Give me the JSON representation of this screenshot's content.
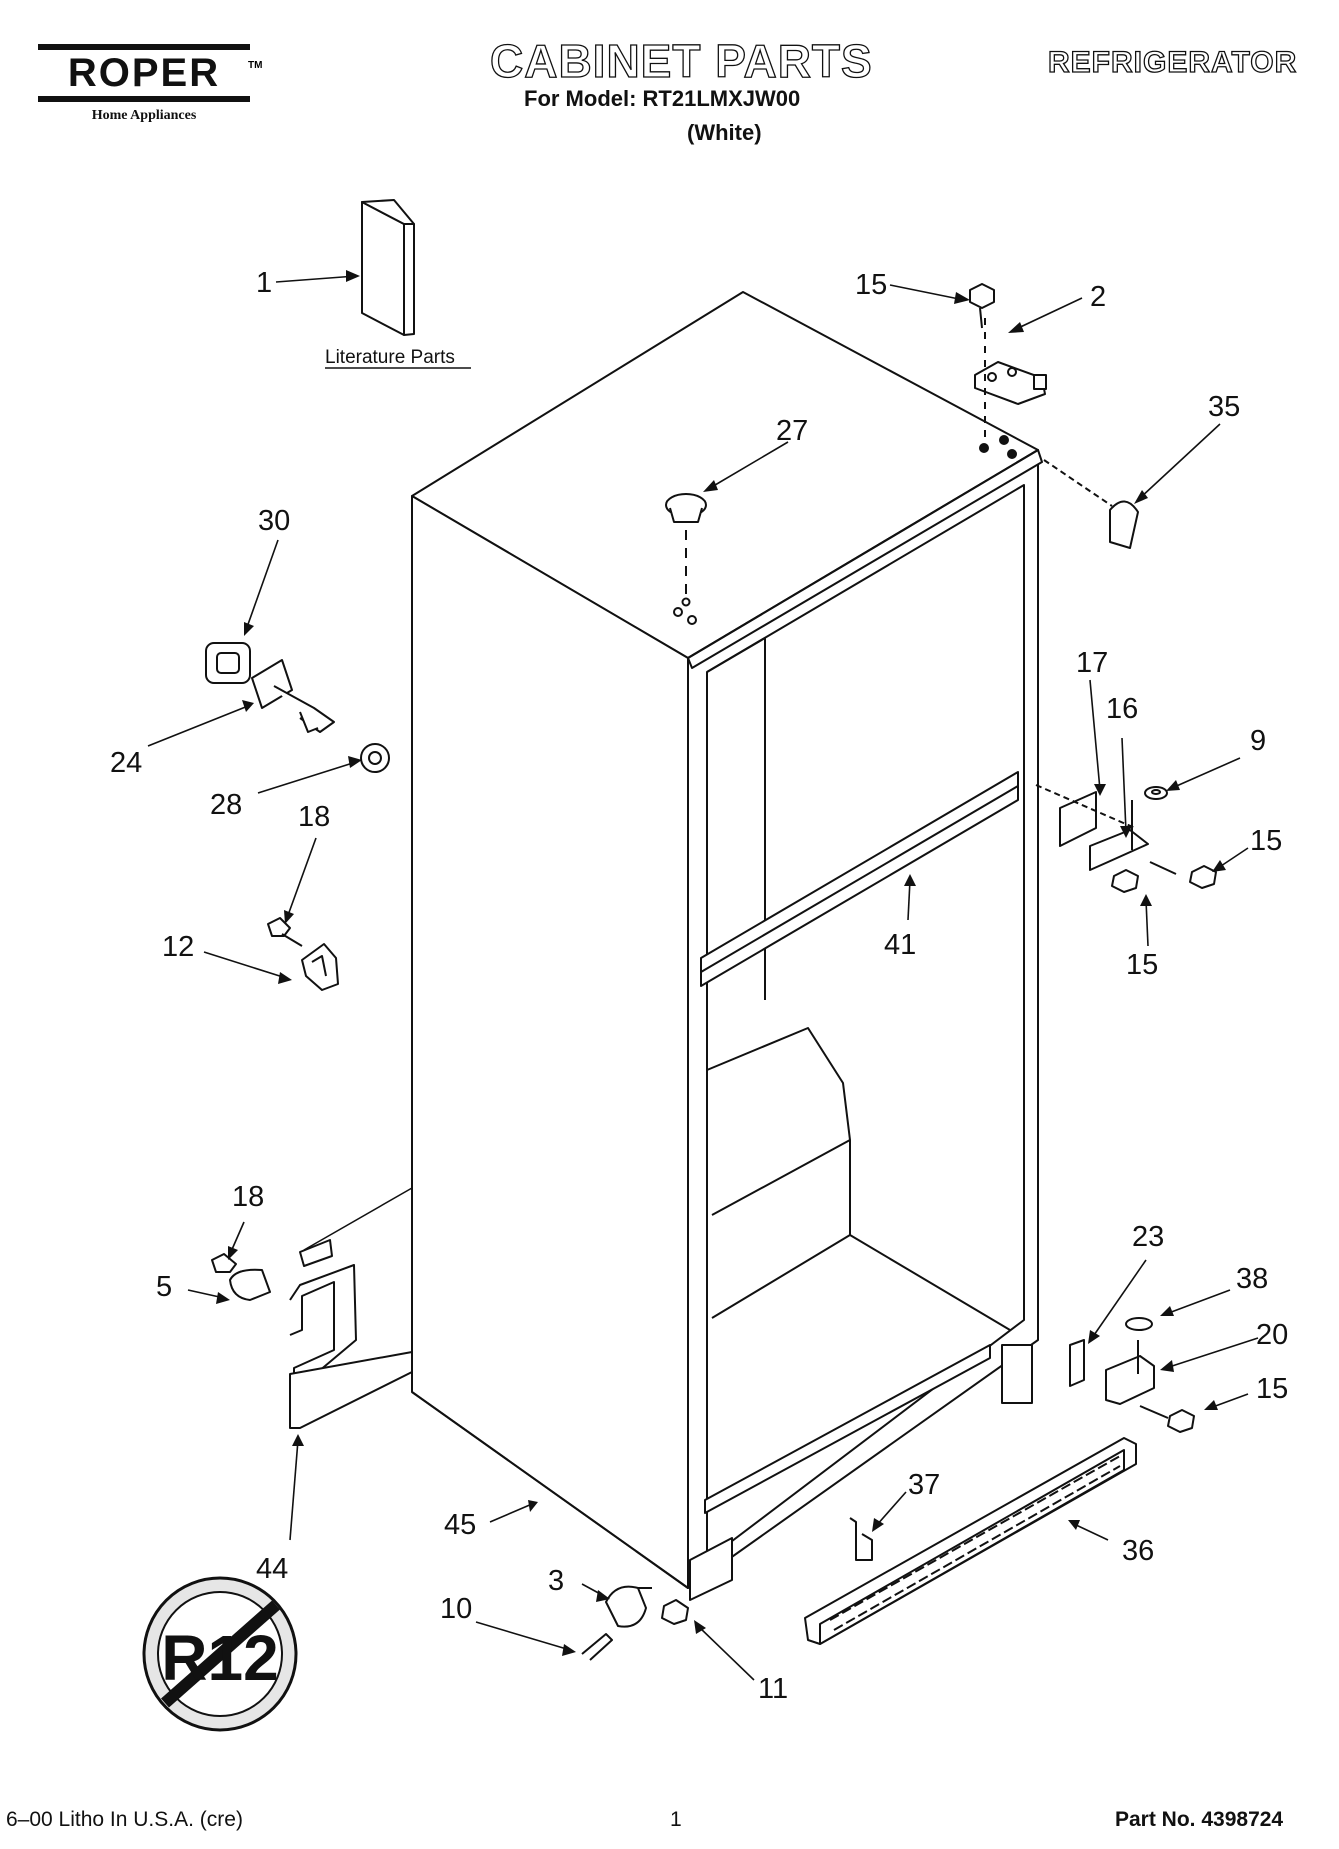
{
  "header": {
    "brand": "ROPER",
    "brand_tm": "TM",
    "brand_tagline": "Home Appliances",
    "title": "CABINET PARTS",
    "model_line": "For Model: RT21LMXJW00",
    "color": "(White)",
    "category": "REFRIGERATOR"
  },
  "diagram": {
    "literature_label": "Literature Parts",
    "no_r12_symbol_text": "R12",
    "callouts": [
      "1",
      "15",
      "2",
      "35",
      "27",
      "30",
      "24",
      "28",
      "18",
      "12",
      "17",
      "16",
      "9",
      "15",
      "15",
      "41",
      "18",
      "5",
      "23",
      "38",
      "20",
      "15",
      "37",
      "36",
      "45",
      "44",
      "3",
      "10",
      "11"
    ]
  },
  "footer": {
    "print_info": "6–00 Litho In U.S.A. (cre)",
    "page_number": "1",
    "part_number": "Part No. 4398724"
  }
}
